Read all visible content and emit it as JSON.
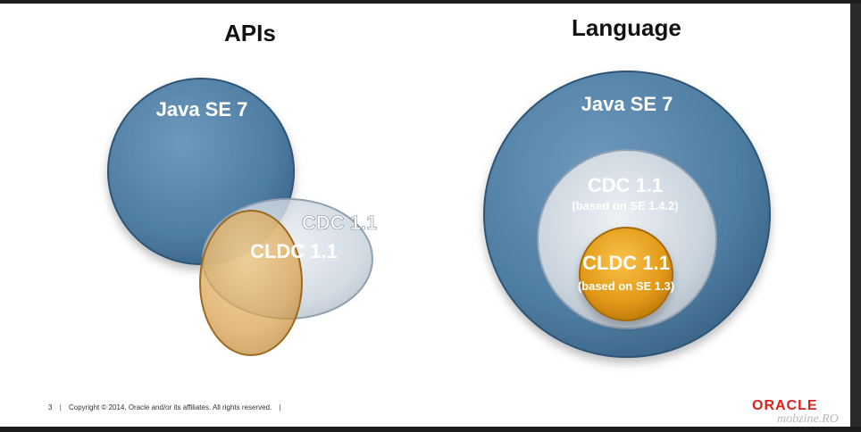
{
  "apis": {
    "title": "APIs",
    "java_label": "Java SE 7",
    "cdc_label": "CDC 1.1",
    "cldc_label": "CLDC 1.1"
  },
  "language": {
    "title": "Language",
    "java_label": "Java SE 7",
    "cdc_label": "CDC 1.1",
    "cdc_sub": "(based on SE 1.4.2)",
    "cldc_label": "CLDC 1.1",
    "cldc_sub": "(based on SE 1.3)"
  },
  "footer": {
    "page_number": "3",
    "copyright": "Copyright © 2014, Oracle and/or its affiliates. All rights reserved."
  },
  "logo": "ORACLE",
  "watermark": "mobzine.RO",
  "colors": {
    "java_blue": "#4f7ea3",
    "cdc_gray": "#c9d3dd",
    "cldc_orange": "#e39a18",
    "logo_red": "#e0201b"
  }
}
